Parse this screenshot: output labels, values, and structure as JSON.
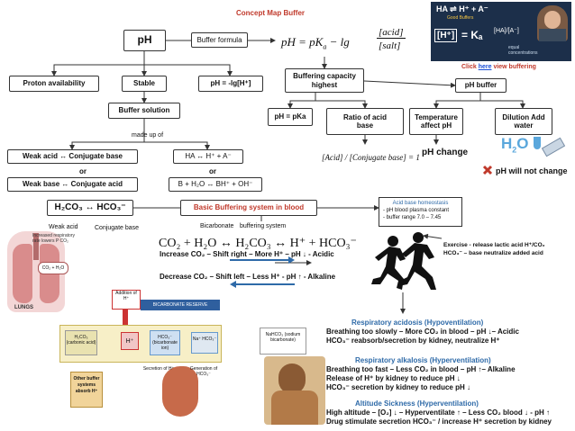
{
  "title": "Concept Map Buffer",
  "top": {
    "ph_box": "pH",
    "buffer_formula": "Buffer formula",
    "formula": "pH = pKa − lg [acid]/[salt]",
    "proton": "Proton availability",
    "stable": "Stable",
    "ph_def": "pH = -lg[H⁺]",
    "buffering_capacity": "Buffering capacity highest",
    "ph_buffer": "pH buffer",
    "buffer_solution": "Buffer solution",
    "made_up_of": "made up of",
    "ph_pka": "pH = pKa",
    "ratio": "Ratio of acid base",
    "temperature": "Temperature affect pH",
    "dilution": "Dilution Add water",
    "ratio_eq": "[Acid] / [Conjugate base] = 1",
    "ph_change": "pH change",
    "ph_no_change": "pH will not change"
  },
  "video": {
    "formula_top": "HA ⇌ H⁺ + A⁻",
    "caption_top": "Good Buffers",
    "left_label": "[H⁺]",
    "eq": "= Kₐ",
    "frac": "[HA]/[A⁻]",
    "side_note": "equal concentrations",
    "click_here": "here",
    "click_prefix": "Click",
    "click_suffix": "view buffering"
  },
  "pairs": {
    "weak_acid_conj": "Weak acid ↔ Conjugate base",
    "or1": "or",
    "weak_base_conj": "Weak base ↔ Conjugate acid",
    "ha_eq": "HA ↔ H⁺ + A⁻",
    "or2": "or",
    "b_eq": "B + H₂O ↔ BH⁺ + OH⁻"
  },
  "blood": {
    "h2co3_pair": "H₂CO₃ ↔ HCO₃⁻",
    "weak_acid": "Weak acid",
    "conj_base": "Conjugate base",
    "basic_system": "Basic Buffering system in blood",
    "bicarbonate": "Bicarbonate",
    "buffering_system": "buffering system",
    "homeostasis_title": "Acid base homeostasis",
    "homeostasis_1": "- pH blood plasma constant",
    "homeostasis_2": "- buffer range 7.0 – 7.45",
    "main_eq": "CO₂ + H₂O ↔ H₂CO₃ ↔ H⁺ + HCO₃⁻",
    "increase": "Increase CO₂ – Shift right – More H⁺ – pH ↓ - Acidic",
    "decrease": "Decrease CO₂ – Shift left – Less H⁺ - pH ↑ - Alkaline",
    "exercise_1": "Exercise - release lactic acid H⁺/CO₂",
    "exercise_2": "HCO₃⁻ – base neutralize added acid"
  },
  "illustration": {
    "resp_rate": "Increased respiratory rate lowers P CO₂",
    "co2_h2o": "CO₂ + H₂O",
    "lungs": "LUNGS",
    "addition": "Addition of H⁺",
    "reserve": "BICARBONATE RESERVE",
    "h2co3": "H₂CO₃ (carbonic acid)",
    "h_plus": "H⁺",
    "hco3": "HCO₃⁻ (bicarbonate ion)",
    "na_hco3": "Na⁺ HCO₃⁻",
    "nahco3": "NaHCO₃ (sodium bicarbonate)",
    "other_buffers": "Other buffer systems absorb H⁺",
    "generation": "Generation of HCO₃⁻",
    "secretion": "Secretion of H⁺"
  },
  "conditions": {
    "acidosis_title": "Respiratory acidosis (Hypoventilation)",
    "acidosis_1": "Breathing too slowly – More CO₂ in blood – pH ↓– Acidic",
    "acidosis_2": "HCO₃⁻ reabsorb/secretion by kidney, neutralize H⁺",
    "alkalosis_title": "Respiratory alkalosis (Hyperventilation)",
    "alkalosis_1": "Breathing too fast – Less CO₂ in blood – pH ↑– Alkaline",
    "alkalosis_2": "Release of H⁺ by kidney to reduce pH ↓",
    "alkalosis_3": "HCO₃⁻ secretion by kidney to reduce pH ↓",
    "altitude_title": "Altitude Sickness (Hyperventilation)",
    "altitude_1": "High altitude – [O₂] ↓ – Hyperventilate ↑ – Less CO₂ blood ↓ - pH ↑",
    "altitude_2": "Drug stimulate secretion HCO₃⁻ / increase H⁺ secretion by kidney"
  },
  "colors": {
    "title_red": "#c0392b",
    "blue_text": "#2e6aa8",
    "video_bg": "#1c2f4a",
    "h2o_blue": "#5aa7dc"
  }
}
